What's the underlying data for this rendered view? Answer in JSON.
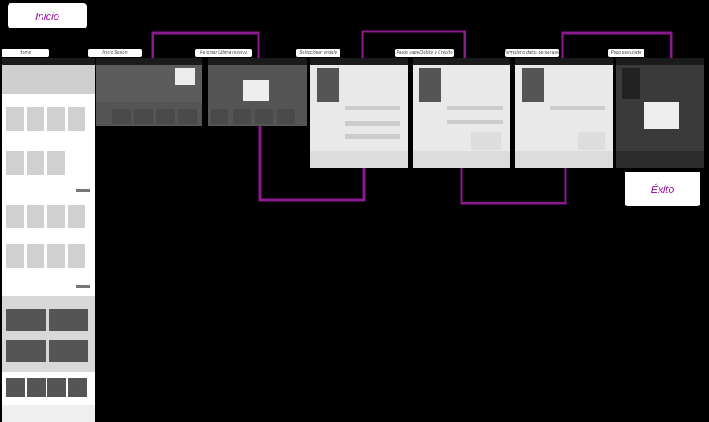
{
  "start_label": "Inicio",
  "end_label": "Éxito",
  "steps": [
    {
      "label": "Home"
    },
    {
      "label": "Inicio Sesión"
    },
    {
      "label": "Retomar Última reserva"
    },
    {
      "label": "Seleccionar ángulo"
    },
    {
      "label": "Pasos pago/Débito o Crédito"
    },
    {
      "label": "Formulario datos personales"
    },
    {
      "label": "Pago ejecutado"
    }
  ],
  "colors": {
    "background": "#000000",
    "connector": "#8c1a8f",
    "accent_text": "#9b1fa8"
  }
}
